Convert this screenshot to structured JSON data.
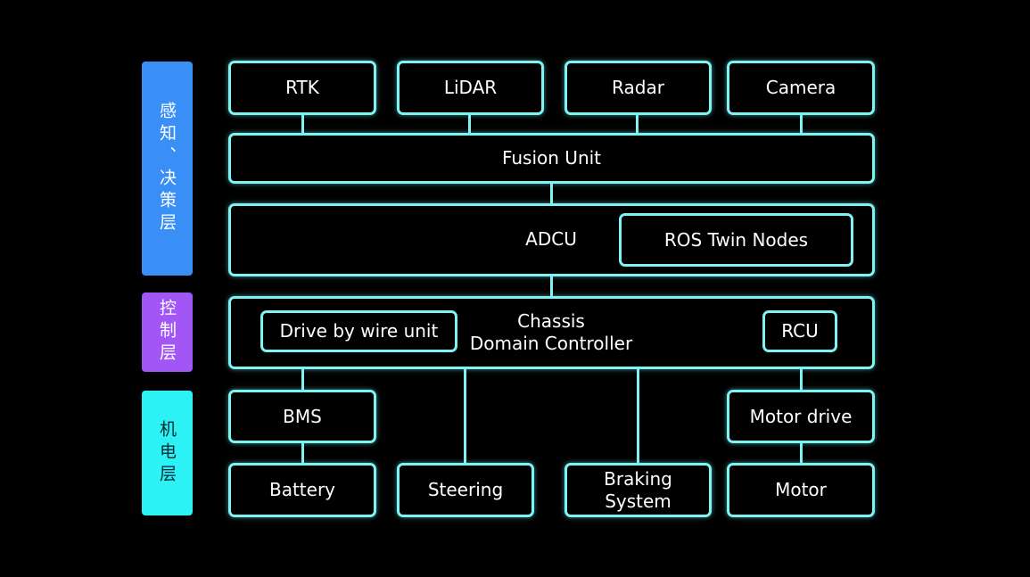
{
  "layers": {
    "perception": "感知、决策层",
    "control": "控制层",
    "mechatronic": "机电层"
  },
  "sensors": [
    "RTK",
    "LiDAR",
    "Radar",
    "Camera"
  ],
  "fusion": "Fusion Unit",
  "adcu": {
    "label": "ADCU",
    "inner": "ROS Twin Nodes"
  },
  "chassis": {
    "label_line1": "Chassis",
    "label_line2": "Domain Controller",
    "drive": "Drive by wire unit",
    "rcu": "RCU"
  },
  "actuators": {
    "bms": "BMS",
    "motor_drive": "Motor drive",
    "battery": "Battery",
    "steering": "Steering",
    "braking_line1": "Braking",
    "braking_line2": "System",
    "motor": "Motor"
  },
  "colors": {
    "border": "#7ef3f3",
    "perception_layer": "#3a8ff7",
    "control_layer": "#a256f5",
    "mechatronic_layer": "#2cf2f5",
    "background": "#000000"
  }
}
